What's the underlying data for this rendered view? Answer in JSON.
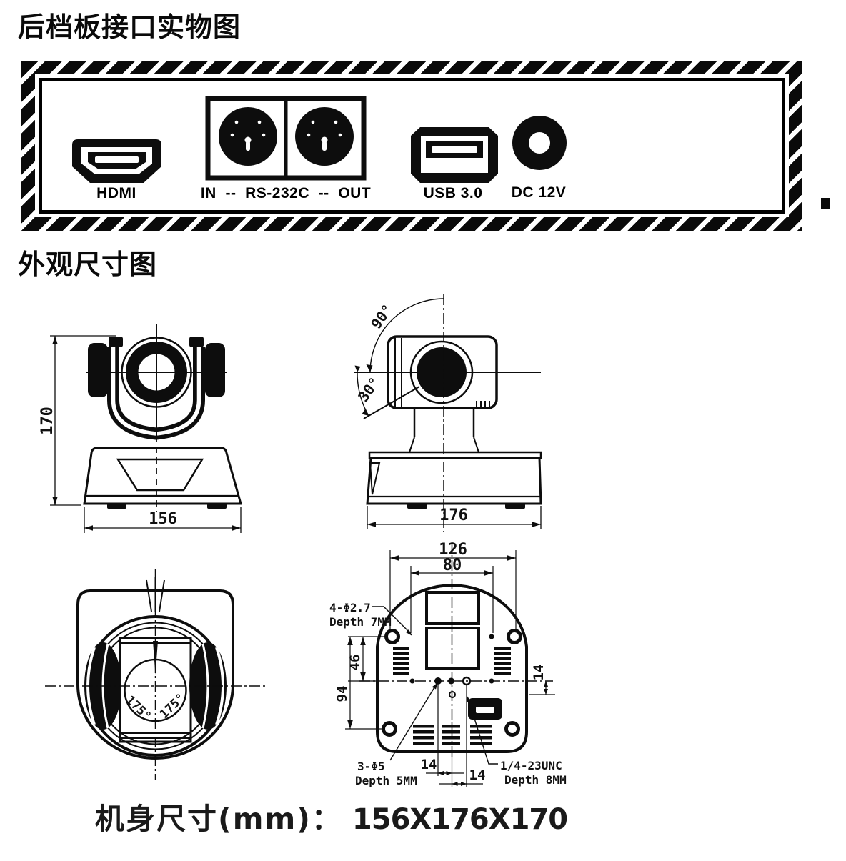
{
  "titles": {
    "rear_panel": "后档板接口实物图",
    "dimensions": "外观尺寸图"
  },
  "rear_panel": {
    "ports": {
      "hdmi": "HDMI",
      "rs232c": "IN  --  RS-232C  --  OUT",
      "usb": "USB 3.0",
      "dc": "DC 12V"
    }
  },
  "front_view": {
    "height": "170",
    "width": "156"
  },
  "side_view": {
    "angle_up": "90°",
    "angle_down": "30°",
    "depth": "176"
  },
  "top_view": {
    "pan_left": "175°",
    "pan_right": "175°"
  },
  "bottom_view": {
    "width_outer": "126",
    "width_inner": "80",
    "offset_46": "46",
    "offset_94": "94",
    "offset_14_side": "14",
    "offset_14_a": "14",
    "offset_14_b": "14",
    "note_top_hole_l1": "4-Φ2.7",
    "note_top_hole_l2": "Depth 7MM",
    "note_bottom_hole_l1": "3-Φ5",
    "note_bottom_hole_l2": "Depth 5MM",
    "note_tripod_l1": "1/4-23UNC",
    "note_tripod_l2": "Depth 8MM"
  },
  "footer": {
    "label": "机身尺寸(mm)：",
    "value": "156X176X170"
  }
}
